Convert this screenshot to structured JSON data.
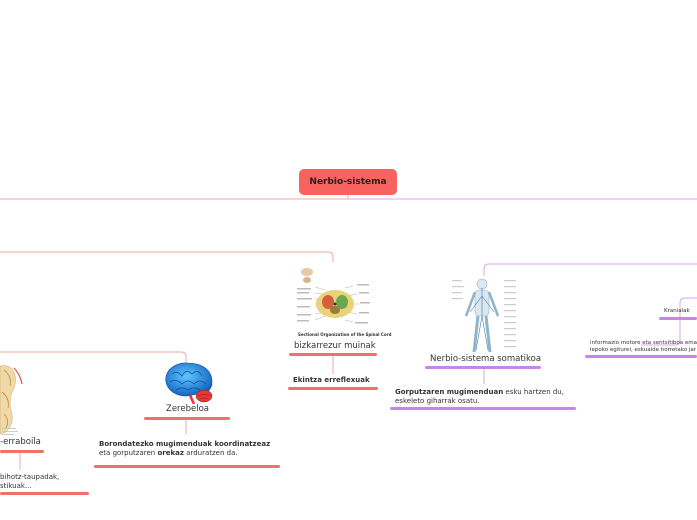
{
  "central": {
    "label": "Nerbio-sistema"
  },
  "nodes": {
    "spinal": {
      "label": "bizkarrezur muinak",
      "caption": "Sectional Organization of the Spinal Cord"
    },
    "reflex": {
      "label": "Ekintza erreflexuak"
    },
    "somatic": {
      "label": "Nerbio-sistema somatikoa",
      "desc_bold": "Gorputzaren mugimenduan",
      "desc_rest1": " esku hartzen du,",
      "desc_line2": "eskeleto gihar",
      "desc_line2b": "rak osatu."
    },
    "cerebellum": {
      "label": "Zerebeloa",
      "desc_bold1": "Borondatezko mugimenduak koordinatzeaz",
      "desc_l2a": "eta gorputzaren ",
      "desc_bold2": "orekaz",
      "desc_l2b": " arduratzen da."
    },
    "medulla": {
      "label": "-erraboila",
      "desc_l1": "bihotz-taupadak,",
      "desc_l2": "stikuak..."
    },
    "cranial": {
      "label": "Kranialak"
    },
    "info": {
      "desc_l1": "informazio motore eta sentsitiboa ema",
      "desc_l2": "lepoko egiturei, eskualde horretako jar"
    }
  },
  "colors": {
    "central": "#f8625f",
    "red_branch": "#f2706a",
    "purple_branch": "#c786e6"
  }
}
